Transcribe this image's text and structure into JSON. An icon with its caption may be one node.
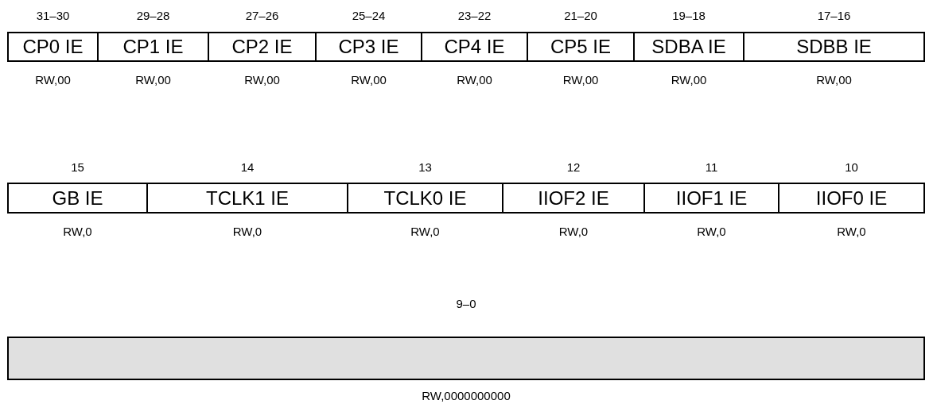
{
  "diagram": {
    "nodes": [
      {
        "text": [
          "CP0 IE"
        ],
        "beside": [
          "31–30",
          "RW,00"
        ]
      },
      {
        "text": [
          "CP1 IE"
        ],
        "beside": [
          "29–28",
          "RW,00"
        ]
      },
      {
        "text": [
          "CP2 IE"
        ],
        "beside": [
          "27–26",
          "RW,00"
        ]
      },
      {
        "text": [
          "CP3 IE"
        ],
        "beside": [
          "25–24",
          "RW,00"
        ]
      },
      {
        "text": [
          "CP4 IE"
        ],
        "beside": [
          "23–22",
          "RW,00"
        ]
      },
      {
        "text": [
          "CP5 IE"
        ],
        "beside": [
          "21–20",
          "RW,00"
        ]
      },
      {
        "text": [
          "SDBA IE"
        ],
        "beside": [
          "19–18",
          "RW,00"
        ]
      },
      {
        "text": [
          "SDBB IE"
        ],
        "beside": [
          "17–16",
          "RW,00"
        ]
      },
      {
        "text": [
          "GB IE"
        ],
        "beside": [
          "15",
          "RW,0"
        ]
      },
      {
        "text": [
          "TCLK1 IE"
        ],
        "beside": [
          "14",
          "RW,0"
        ]
      },
      {
        "text": [
          "TCLK0 IE"
        ],
        "beside": [
          "13",
          "RW,0"
        ]
      },
      {
        "text": [
          "IIOF2 IE"
        ],
        "beside": [
          "12",
          "RW,0"
        ]
      },
      {
        "text": [
          "IIOF1 IE"
        ],
        "beside": [
          "11",
          "RW,0"
        ]
      },
      {
        "text": [
          "IIOF0 IE"
        ],
        "beside": [
          "10",
          "RW,0"
        ]
      },
      {
        "text": [],
        "shape": "box",
        "beside": [
          "9–0",
          "RW,0000000000"
        ]
      }
    ]
  }
}
